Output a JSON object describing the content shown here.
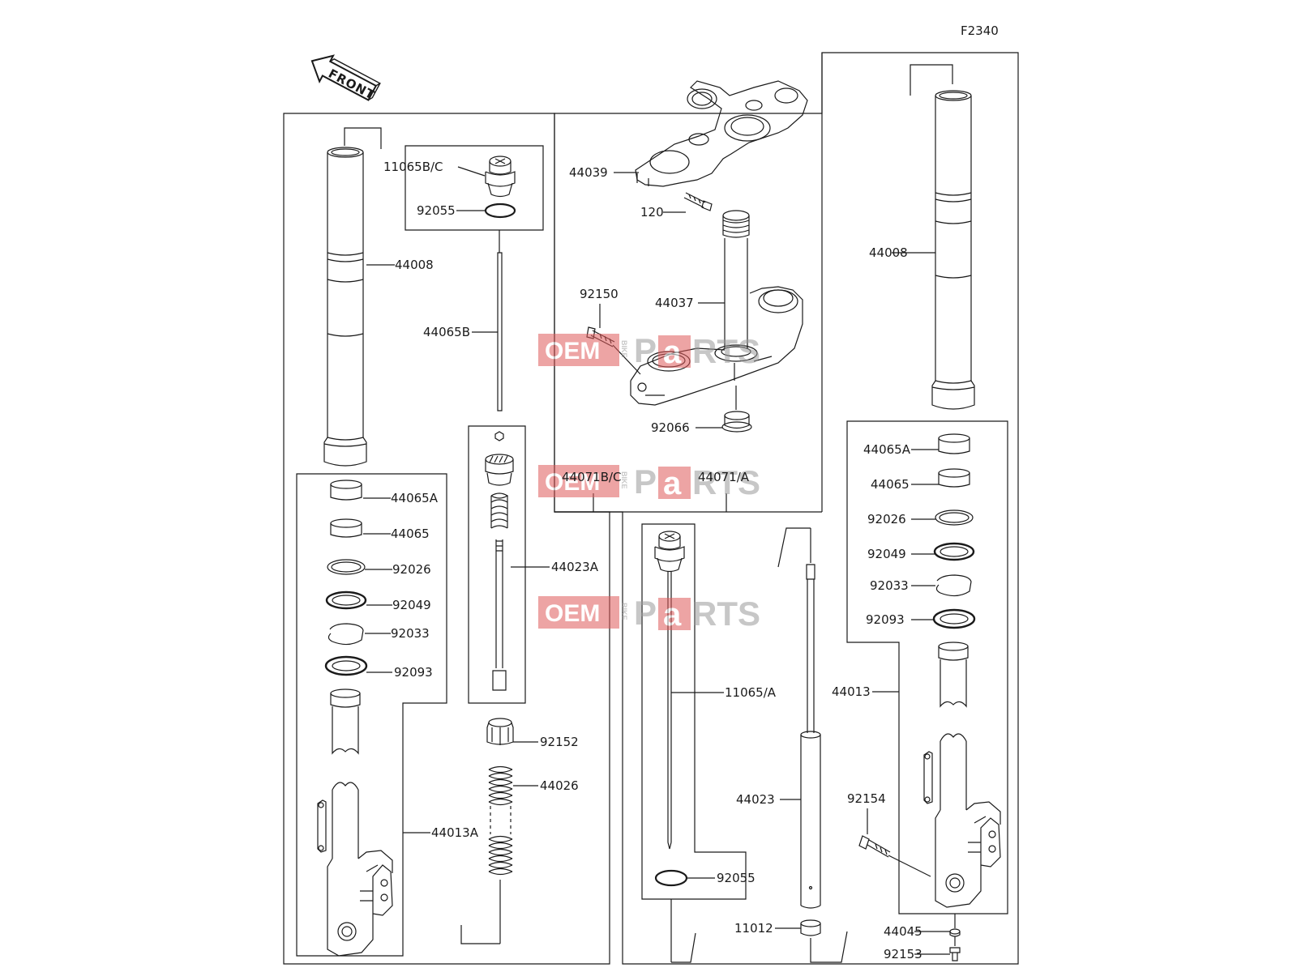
{
  "diagram": {
    "figure_code": "F2340",
    "front_label": "FRONT",
    "colors": {
      "line": "#1a1a1a",
      "watermark_red": "#e05a5a",
      "watermark_grey": "#9a9a9a"
    },
    "watermark": {
      "oem": "OEM",
      "bike": "BIKE",
      "p": "P",
      "a": "a",
      "rts": "RTS"
    },
    "parts": [
      {
        "id": "p1",
        "number": "11065B/C"
      },
      {
        "id": "p2",
        "number": "92055"
      },
      {
        "id": "p3",
        "number": "44008"
      },
      {
        "id": "p4",
        "number": "44065B"
      },
      {
        "id": "p5",
        "number": "44039"
      },
      {
        "id": "p6",
        "number": "120"
      },
      {
        "id": "p7",
        "number": "92150"
      },
      {
        "id": "p8",
        "number": "44037"
      },
      {
        "id": "p9",
        "number": "92066"
      },
      {
        "id": "p10",
        "number": "44008"
      },
      {
        "id": "p11",
        "number": "44065A"
      },
      {
        "id": "p12",
        "number": "44065"
      },
      {
        "id": "p13",
        "number": "92026"
      },
      {
        "id": "p14",
        "number": "92049"
      },
      {
        "id": "p15",
        "number": "92033"
      },
      {
        "id": "p16",
        "number": "92093"
      },
      {
        "id": "p17",
        "number": "44023A"
      },
      {
        "id": "p18",
        "number": "44071B/C"
      },
      {
        "id": "p19",
        "number": "44071/A"
      },
      {
        "id": "p20",
        "number": "44065A"
      },
      {
        "id": "p21",
        "number": "44065"
      },
      {
        "id": "p22",
        "number": "92026"
      },
      {
        "id": "p23",
        "number": "92049"
      },
      {
        "id": "p24",
        "number": "92033"
      },
      {
        "id": "p25",
        "number": "92093"
      },
      {
        "id": "p26",
        "number": "92152"
      },
      {
        "id": "p27",
        "number": "44026"
      },
      {
        "id": "p28",
        "number": "44013A"
      },
      {
        "id": "p29",
        "number": "11065/A"
      },
      {
        "id": "p30",
        "number": "44013"
      },
      {
        "id": "p31",
        "number": "44023"
      },
      {
        "id": "p32",
        "number": "92154"
      },
      {
        "id": "p33",
        "number": "92055"
      },
      {
        "id": "p34",
        "number": "11012"
      },
      {
        "id": "p35",
        "number": "44045"
      },
      {
        "id": "p36",
        "number": "92153"
      }
    ]
  }
}
